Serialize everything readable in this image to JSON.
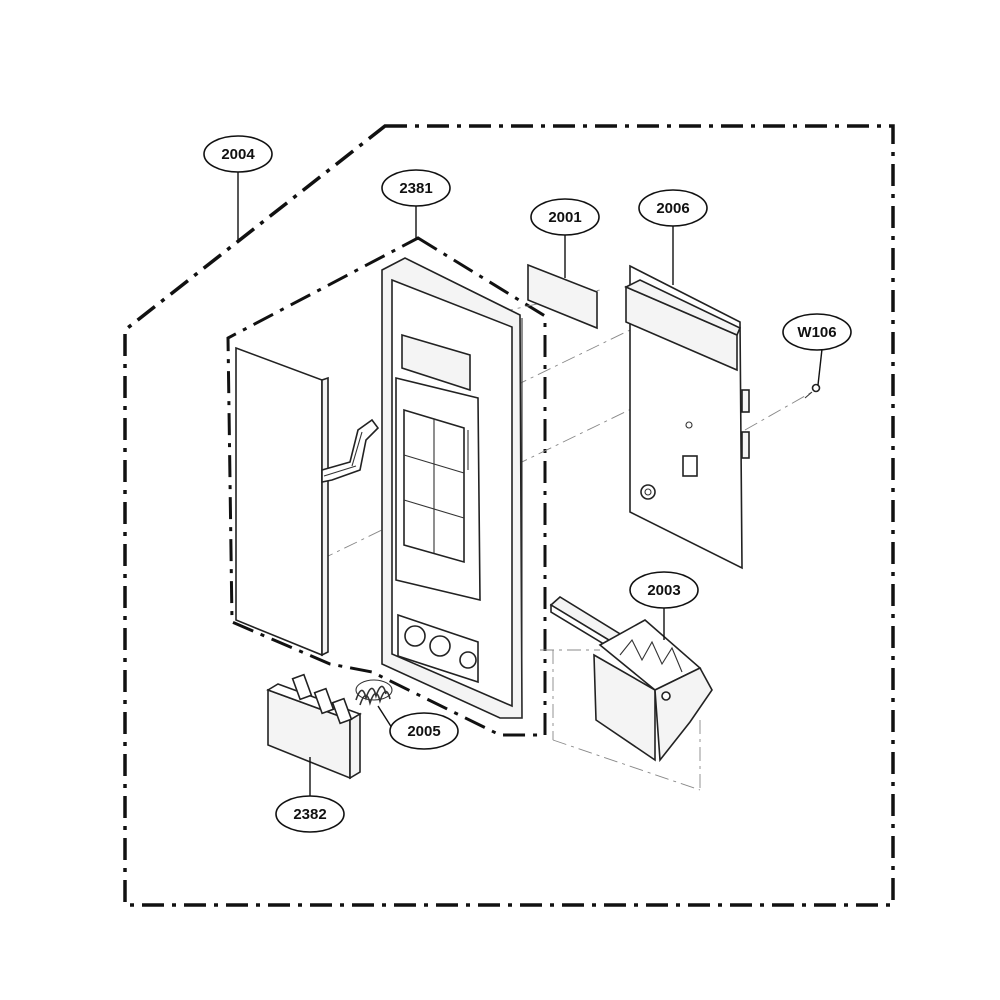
{
  "callouts": [
    {
      "id": "2004",
      "label": "2004"
    },
    {
      "id": "2381",
      "label": "2381"
    },
    {
      "id": "2001",
      "label": "2001"
    },
    {
      "id": "2006",
      "label": "2006"
    },
    {
      "id": "W106",
      "label": "W106"
    },
    {
      "id": "2003",
      "label": "2003"
    },
    {
      "id": "2005",
      "label": "2005"
    },
    {
      "id": "2382",
      "label": "2382"
    }
  ]
}
